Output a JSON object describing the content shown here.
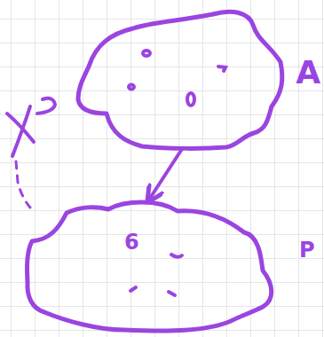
{
  "diagram": {
    "nodes": [
      {
        "text": [
          "A"
        ]
      },
      {
        "text": [
          "6"
        ]
      }
    ],
    "edges": [
      {
        "from": 0,
        "to": 1,
        "arrow": "to"
      }
    ],
    "labels": [
      "P"
    ]
  }
}
